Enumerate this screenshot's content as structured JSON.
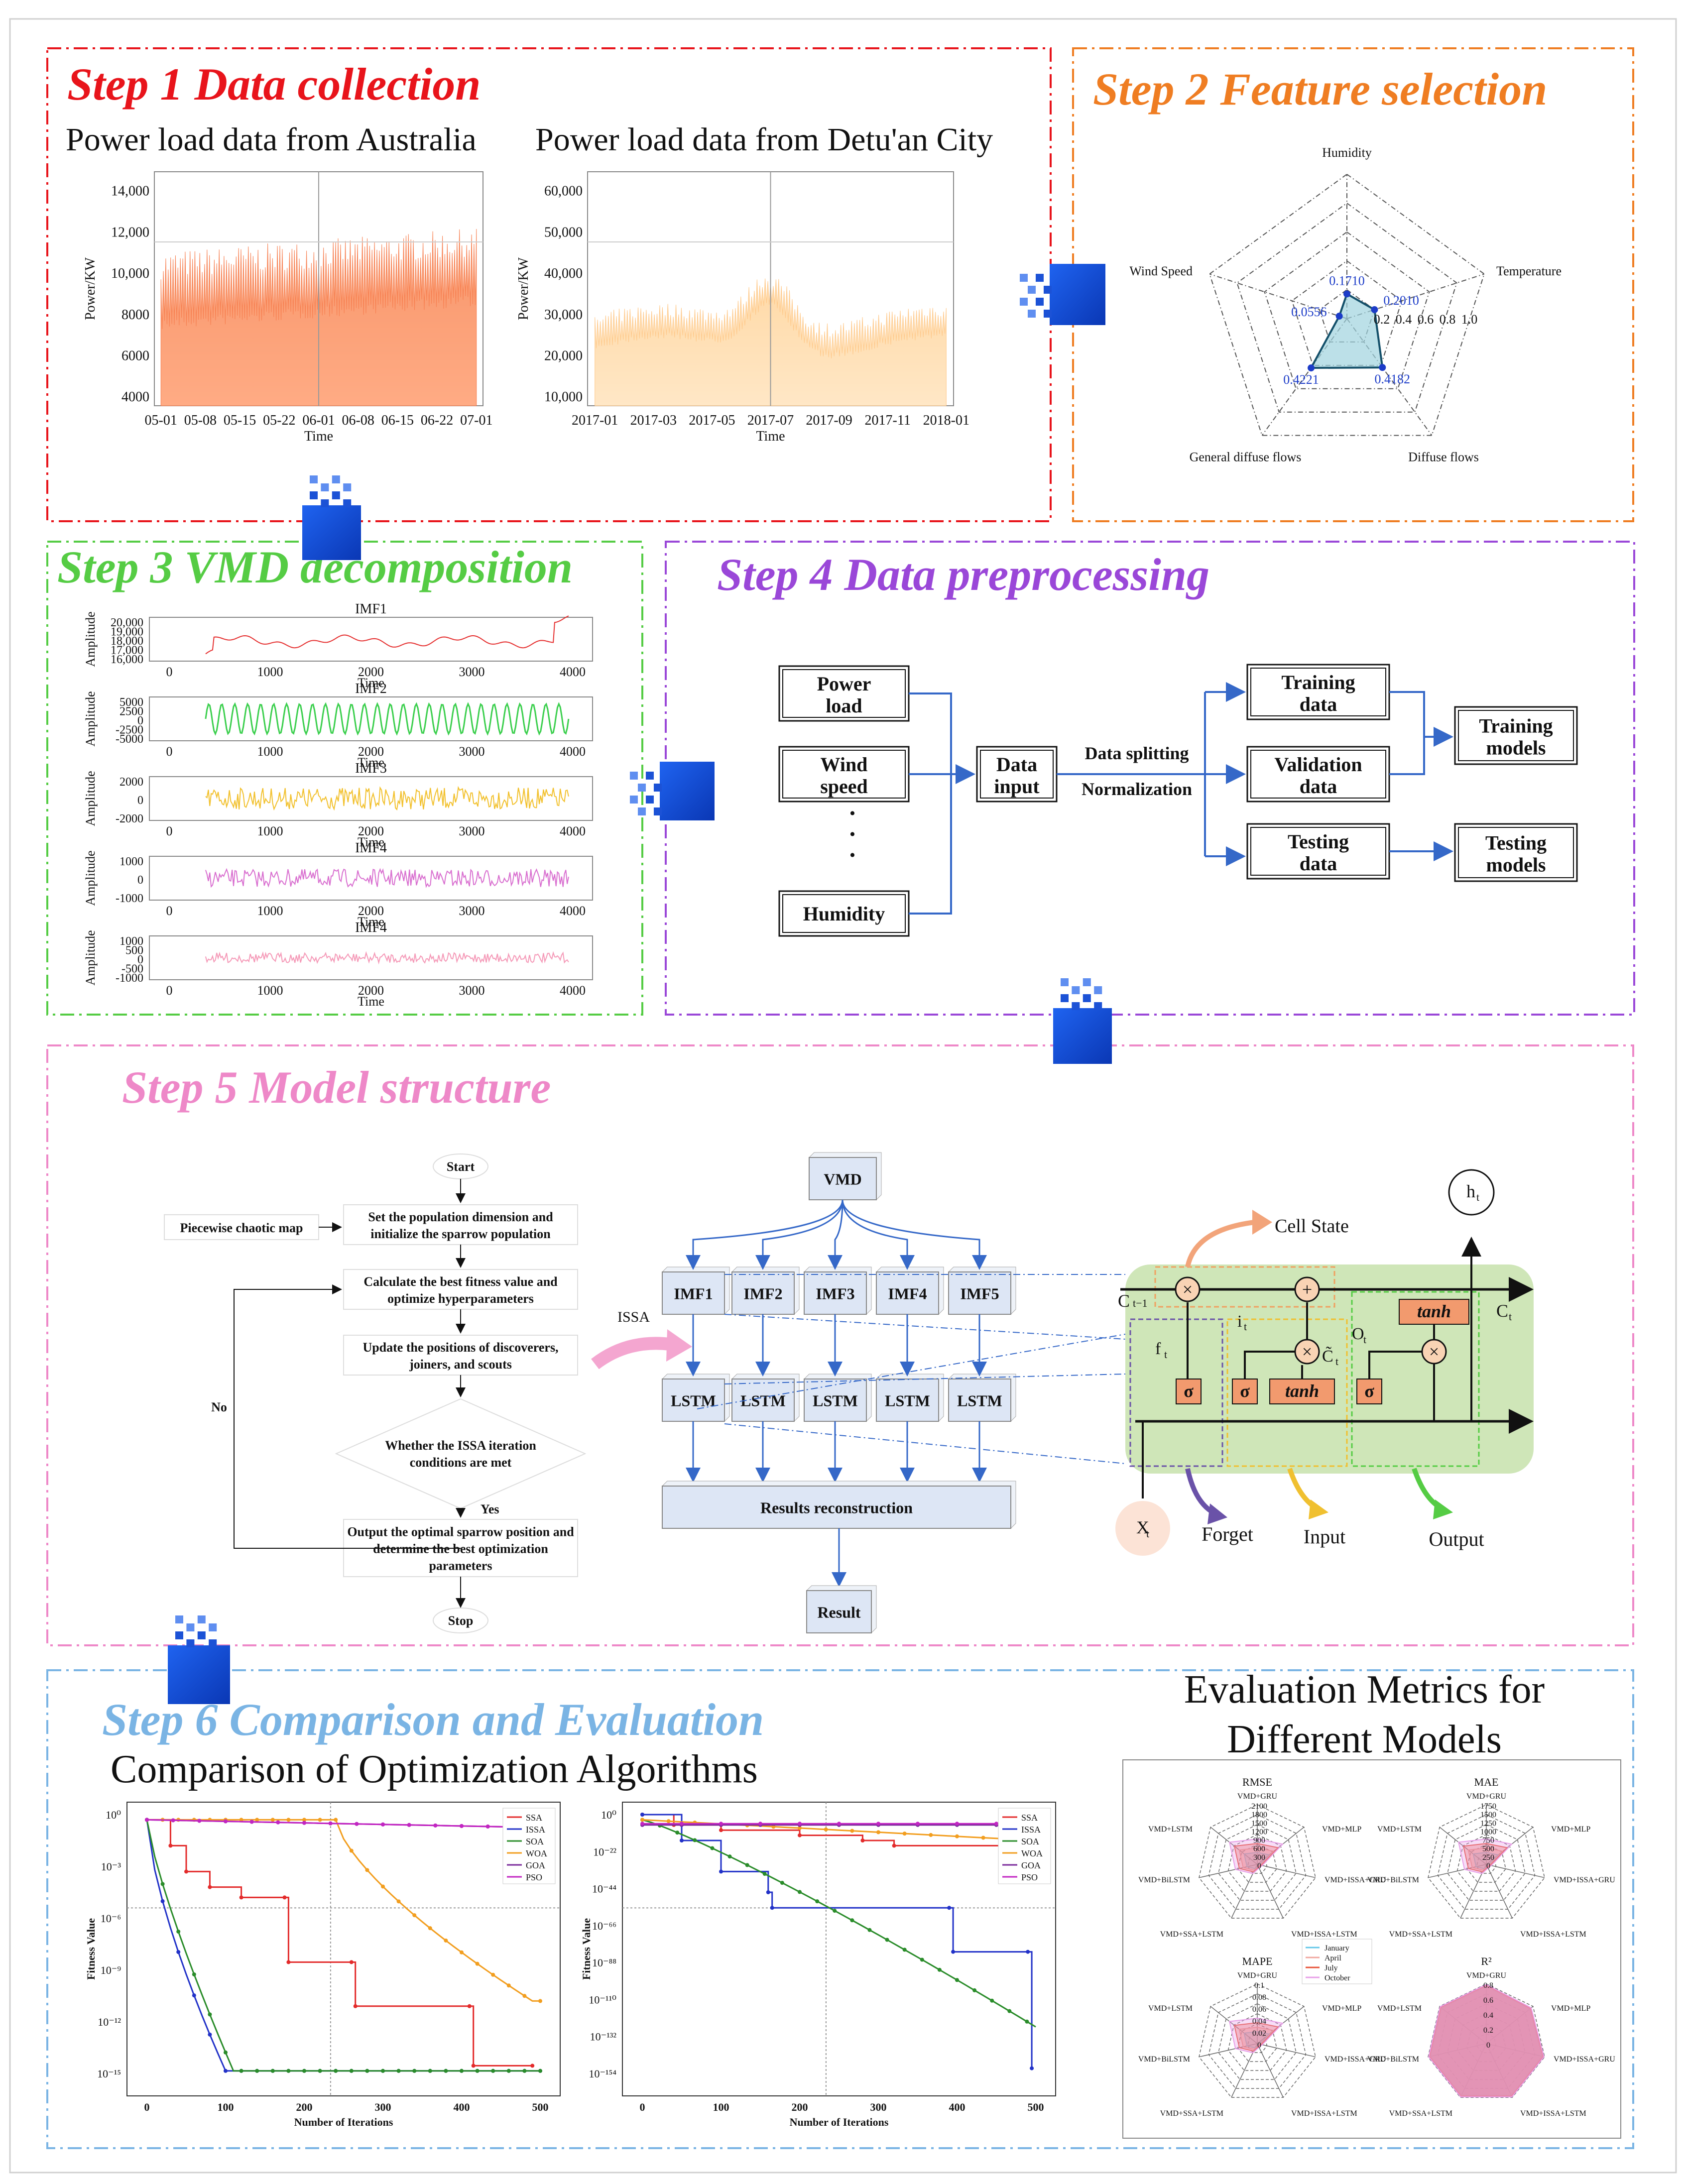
{
  "steps": {
    "s1": "Step 1 Data  collection",
    "s2": "Step 2 Feature selection",
    "s3": "Step 3 VMD decomposition",
    "s4": "Step 4 Data preprocessing",
    "s5": "Step 5 Model structure",
    "s6": "Step 6 Comparison and Evaluation"
  },
  "colors": {
    "s1": "#e8141b",
    "s2": "#ef7d22",
    "s3": "#55cc44",
    "s4": "#9a47d8",
    "s5": "#ee88c8",
    "s6": "#7ab4e4",
    "connector": "#1650d8"
  },
  "step1": {
    "australia_label": "Power load data from Australia",
    "detuan_label": "Power load data from Detu'an City",
    "chart_a": {
      "ylabel": "Power/KW",
      "xlabel": "Time",
      "yticks": [
        "14,000",
        "12,000",
        "10,000",
        "8000",
        "6000",
        "4000"
      ],
      "xticks": [
        "05-01",
        "05-08",
        "05-15",
        "05-22",
        "06-01",
        "06-08",
        "06-15",
        "06-22",
        "07-01"
      ]
    },
    "chart_b": {
      "ylabel": "Power/KW",
      "xlabel": "Time",
      "yticks": [
        "60,000",
        "50,000",
        "40,000",
        "30,000",
        "20,000",
        "10,000"
      ],
      "xticks": [
        "2017-01",
        "2017-03",
        "2017-05",
        "2017-07",
        "2017-09",
        "2017-11",
        "2018-01"
      ]
    }
  },
  "step2": {
    "axes": [
      "Humidity",
      "Temperature",
      "Diffuse flows",
      "General diffuse flows",
      "Wind Speed"
    ],
    "values": [
      "0.1710",
      "0.2010",
      "0.4182",
      "0.4221",
      "0.0556"
    ],
    "scale": [
      "0.2",
      "0.4",
      "0.6",
      "0.8",
      "1.0"
    ]
  },
  "step3": {
    "ylabel": "Amplitude",
    "xlabel": "Time",
    "xticks": [
      "0",
      "1000",
      "2000",
      "3000",
      "4000"
    ],
    "panels": [
      {
        "title": "IMF1",
        "yticks": [
          "20,000",
          "19,000",
          "18,000",
          "17,000",
          "16,000"
        ]
      },
      {
        "title": "IMF2",
        "yticks": [
          "5000",
          "2500",
          "0",
          "-2500",
          "-5000"
        ]
      },
      {
        "title": "IMF3",
        "yticks": [
          "2000",
          "0",
          "-2000"
        ]
      },
      {
        "title": "IMF4",
        "yticks": [
          "1000",
          "0",
          "-1000"
        ]
      },
      {
        "title": "IMF4",
        "yticks": [
          "1000",
          "500",
          "0",
          "-500",
          "-1000"
        ]
      }
    ]
  },
  "step4": {
    "inputs": [
      "Power load",
      "Wind speed",
      "Humidity"
    ],
    "data_input": "Data input",
    "splitting": "Data splitting",
    "normalization": "Normalization",
    "sets": [
      "Training data",
      "Validation data",
      "Testing data"
    ],
    "outputs": [
      "Training models",
      "Testing models"
    ]
  },
  "step5": {
    "flow": {
      "start": "Start",
      "chaotic": "Piecewise chaotic map",
      "box1": "Set the population dimension and initialize the sparrow population",
      "box2": "Calculate the best fitness value and optimize hyperparameters",
      "box3": "Update the positions of discoverers, joiners, and scouts",
      "decision": "Whether the ISSA iteration conditions are met",
      "no": "No",
      "yes": "Yes",
      "box4": "Output the optimal sparrow position and determine the best optimization parameters",
      "stop": "Stop"
    },
    "vmd": "VMD",
    "issa": "ISSA",
    "imfs": [
      "IMF1",
      "IMF2",
      "IMF3",
      "IMF4",
      "IMF5"
    ],
    "lstm": "LSTM",
    "reconstruction": "Results reconstruction",
    "result": "Result",
    "cell": {
      "cell_state": "Cell State",
      "forget": "Forget",
      "input": "Input",
      "output": "Output",
      "tanh": "tanh",
      "sigma": "σ",
      "ht": "h",
      "xt": "X",
      "ct": "C",
      "ctm1": "C",
      "ft": "f",
      "it": "i",
      "ot": "O",
      "ctilde": "C̃"
    }
  },
  "step6": {
    "comparison_title": "Comparison of Optimization Algorithms",
    "evaluation_title": "Evaluation Metrics for Different Models",
    "ylabel": "Fitness Value",
    "xlabel": "Number of Iterations",
    "xticks": [
      "0",
      "100",
      "200",
      "300",
      "400",
      "500"
    ],
    "legend": [
      "SSA",
      "ISSA",
      "SOA",
      "WOA",
      "GOA",
      "PSO"
    ],
    "legend_colors": [
      "#e32b2b",
      "#2232c8",
      "#2a8c2a",
      "#f29e1f",
      "#7a2b9b",
      "#c225c2"
    ],
    "plot1_yticks": [
      "10⁰",
      "10⁻³",
      "10⁻⁶",
      "10⁻⁹",
      "10⁻¹²",
      "10⁻¹⁵"
    ],
    "plot2_yticks": [
      "10⁰",
      "10⁻²²",
      "10⁻⁴⁴",
      "10⁻⁶⁶",
      "10⁻⁸⁸",
      "10⁻¹¹⁰",
      "10⁻¹³²",
      "10⁻¹⁵⁴"
    ],
    "radar": {
      "axes": [
        "VMD+GRU",
        "VMD+MLP",
        "VMD+ISSA+GRU",
        "VMD+ISSA+LSTM",
        "VMD+SSA+LSTM",
        "VMD+BiLSTM",
        "VMD+LSTM"
      ],
      "titles": [
        "RMSE",
        "MAE",
        "MAPE",
        "R²"
      ],
      "months": [
        "January",
        "April",
        "July",
        "October"
      ],
      "rmse_ticks": [
        "2100",
        "1800",
        "1500",
        "1200",
        "900",
        "600",
        "300",
        "0"
      ],
      "mae_ticks": [
        "1750",
        "1500",
        "1250",
        "1000",
        "750",
        "500",
        "250",
        "0"
      ],
      "mape_ticks": [
        "0.1",
        "0.08",
        "0.06",
        "0.04",
        "0.02",
        "0"
      ],
      "r2_ticks": [
        "0.8",
        "0.6",
        "0.4",
        "0.2",
        "0"
      ]
    }
  }
}
